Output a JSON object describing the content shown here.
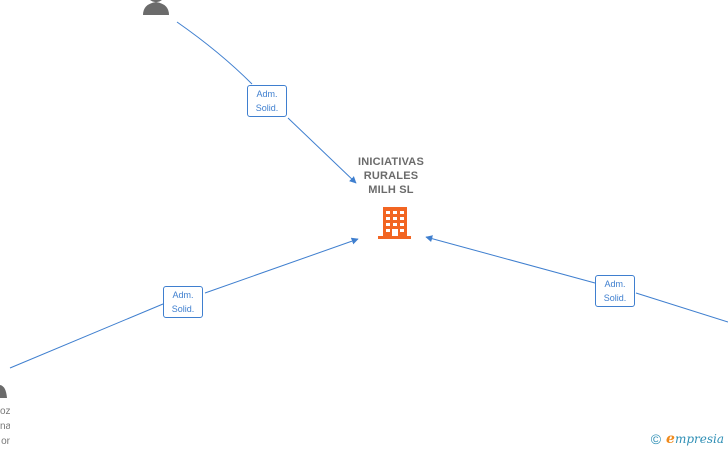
{
  "company": {
    "name_lines": [
      "INICIATIVAS",
      "RURALES",
      "MILH  SL"
    ],
    "icon": "building-icon",
    "icon_color": "#f26522"
  },
  "relations": [
    {
      "role_line1": "Adm.",
      "role_line2": "Solid."
    },
    {
      "role_line1": "Adm.",
      "role_line2": "Solid."
    },
    {
      "role_line1": "Adm.",
      "role_line2": "Solid."
    }
  ],
  "people": [
    {
      "icon": "person-icon",
      "label_lines": []
    },
    {
      "icon": "person-icon",
      "label_lines": [
        "oz",
        "na",
        "or"
      ]
    },
    {
      "icon": "person-icon",
      "label_lines": []
    }
  ],
  "colors": {
    "edge": "#3f7fcf",
    "person": "#6b6b6b",
    "text": "#6b6b6b"
  },
  "footer": {
    "copyright_symbol": "©",
    "brand_initial": "e",
    "brand_rest": "mpresia"
  }
}
